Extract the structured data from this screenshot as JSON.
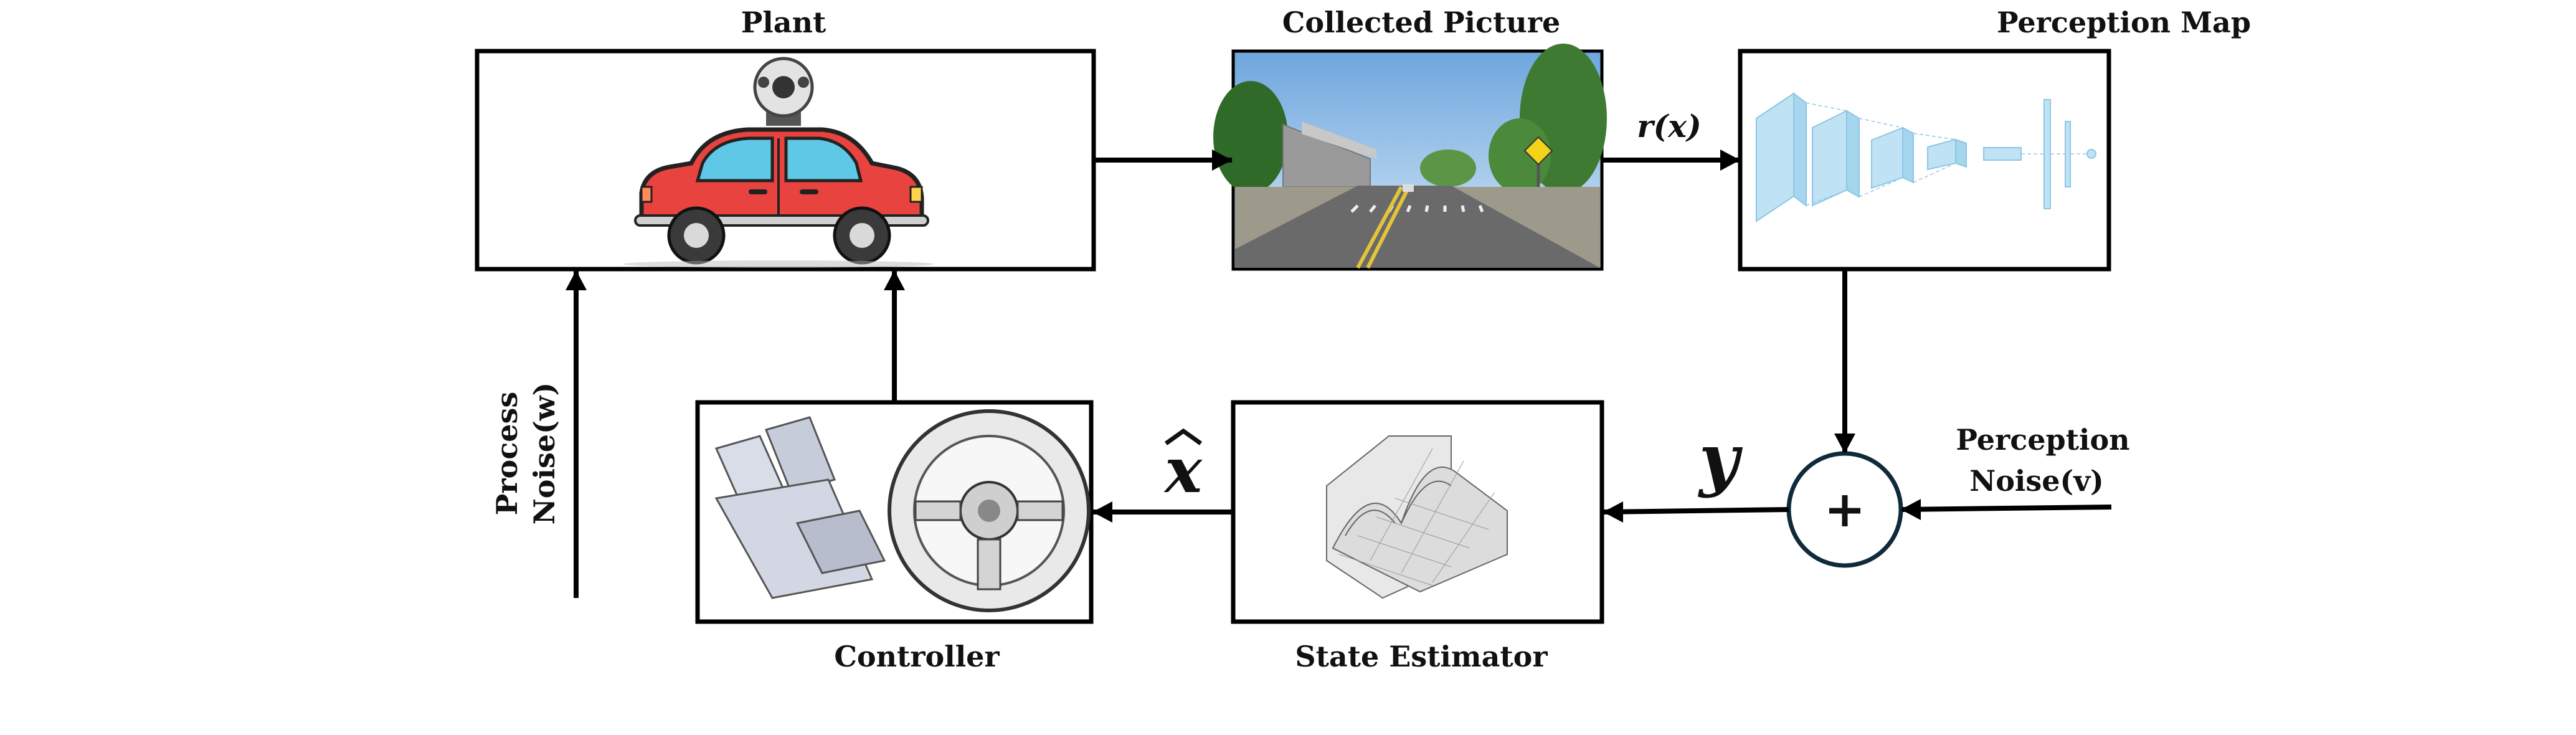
{
  "blocks": {
    "plant": "Plant",
    "collected_picture": "Collected Picture",
    "perception_map": "Perception Map",
    "controller": "Controller",
    "state_estimator": "State Estimator"
  },
  "signals": {
    "r_x": "r(x)",
    "y": "y",
    "x_hat": "x",
    "sum_op": "+"
  },
  "noise": {
    "process_line1": "Process",
    "process_line2": "Noise(w)",
    "perception_line1": "Perception",
    "perception_line2": "Noise(v)"
  },
  "colors": {
    "stroke": "#000000",
    "car_body": "#e8433f",
    "car_window": "#5fc8e6",
    "nn_layer": "#bfe3f5",
    "sky": "#9cc4ea",
    "road": "#6a6a6a",
    "tree": "#3f7a32",
    "surface": "#e6e6e6"
  }
}
